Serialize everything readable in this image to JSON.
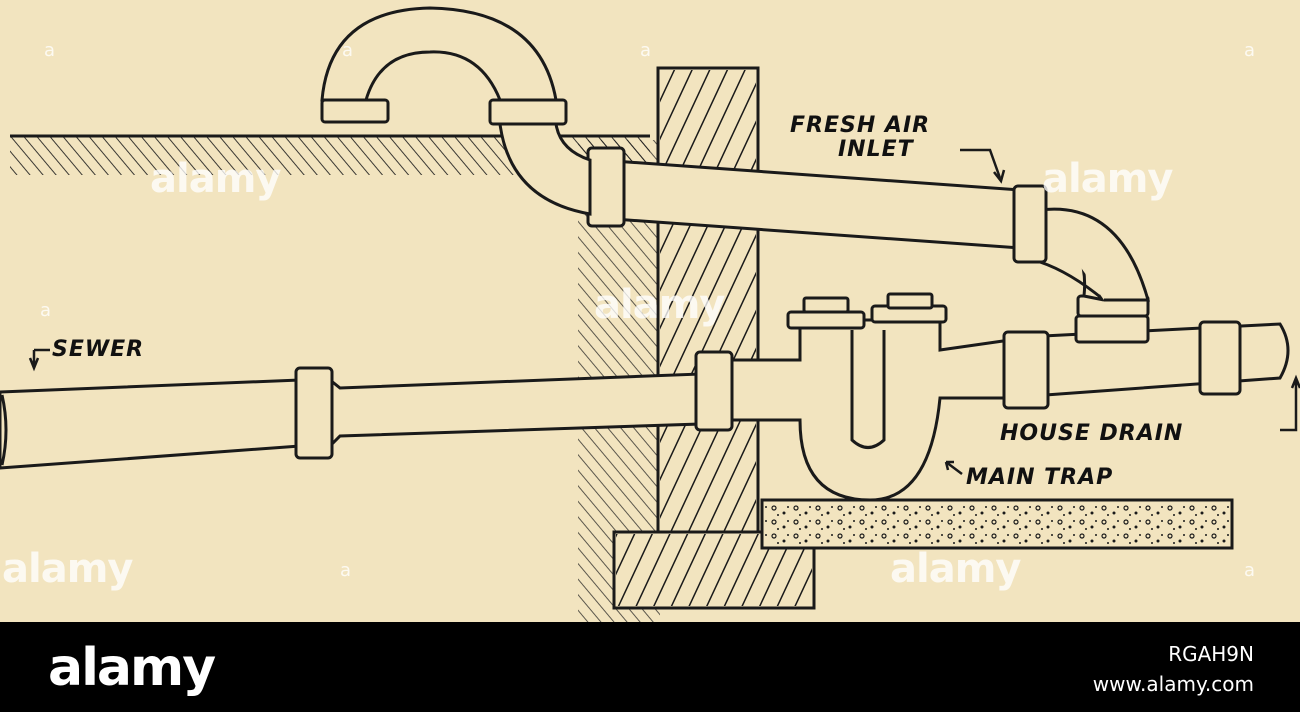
{
  "diagram": {
    "labels": {
      "fresh_air_inlet_line1": "FRESH AIR",
      "fresh_air_inlet_line2": "INLET",
      "sewer": "SEWER",
      "house_drain": "HOUSE DRAIN",
      "main_trap": "MAIN TRAP"
    },
    "colors": {
      "paper": "#f2e4bf",
      "ink": "#1a1a1a",
      "footer": "#000000"
    }
  },
  "watermark": {
    "text": "alamy",
    "dot": "a"
  },
  "footer": {
    "logo": "alamy",
    "image_id": "RGAH9N",
    "url": "www.alamy.com"
  }
}
